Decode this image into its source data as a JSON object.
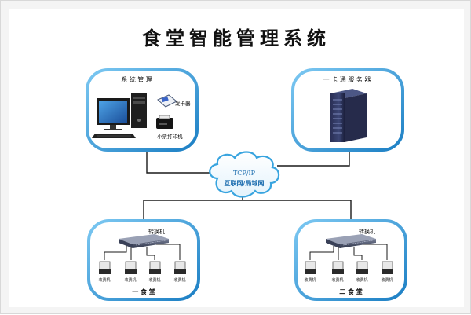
{
  "title": "食堂智能管理系统",
  "nodes": {
    "management": {
      "title": "系 统 管 理",
      "card_issuer": "发卡器",
      "receipt_printer": "小票打印机"
    },
    "server": {
      "title": "一 卡 通 服 务 器"
    },
    "network": {
      "line1": "TCP/IP",
      "line2": "互联网/局域网"
    },
    "canteen1": {
      "title": "一 食 堂",
      "switch_label": "转换机",
      "terminal_label": "收费机",
      "terminal_count": 4
    },
    "canteen2": {
      "title": "二 食 堂",
      "switch_label": "转换机",
      "terminal_label": "收费机",
      "terminal_count": 4
    }
  },
  "colors": {
    "frame_blue": "#1c8fd6",
    "line": "#1a1a1a",
    "cloud_stroke": "#38a4df",
    "cloud_text": "#1f6fb0"
  }
}
